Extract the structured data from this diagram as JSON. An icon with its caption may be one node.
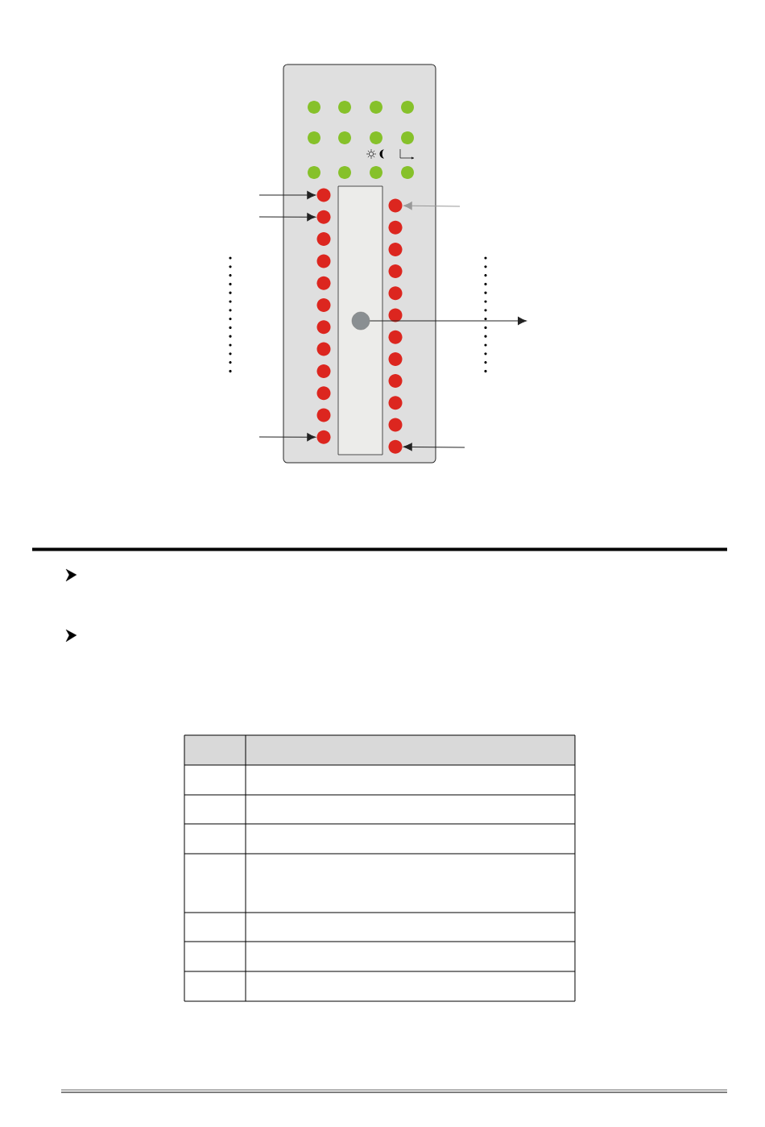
{
  "diagram": {
    "nodes": [
      {
        "text": [],
        "shape": "box"
      },
      {
        "text": [],
        "shape": "circle",
        "in": 0
      },
      {
        "text": [],
        "shape": "circle",
        "in": 0
      },
      {
        "text": [],
        "shape": "circle",
        "in": 0
      },
      {
        "text": [],
        "shape": "circle",
        "in": 0
      },
      {
        "text": [],
        "shape": "circle",
        "in": 0
      },
      {
        "text": [],
        "shape": "circle",
        "in": 0
      },
      {
        "text": [],
        "shape": "circle",
        "in": 0
      },
      {
        "text": [],
        "shape": "circle",
        "in": 0
      },
      {
        "text": [],
        "shape": "circle",
        "in": 0
      },
      {
        "text": [],
        "shape": "circle",
        "in": 0
      },
      {
        "text": [],
        "shape": "circle",
        "in": 0
      },
      {
        "text": [],
        "shape": "circle",
        "in": 0
      },
      {
        "text": [],
        "shape": "box",
        "in": 0
      },
      {
        "text": [],
        "shape": "circle",
        "in": 0
      },
      {
        "text": [],
        "shape": "circle",
        "in": 0
      },
      {
        "text": [],
        "shape": "circle",
        "in": 0
      },
      {
        "text": [],
        "shape": "circle",
        "in": 0
      },
      {
        "text": [],
        "shape": "circle",
        "in": 0
      },
      {
        "text": [],
        "shape": "circle",
        "in": 0
      },
      {
        "text": [],
        "shape": "circle",
        "in": 0
      },
      {
        "text": [],
        "shape": "circle",
        "in": 0
      },
      {
        "text": [],
        "shape": "circle",
        "in": 0
      },
      {
        "text": [],
        "shape": "circle",
        "in": 0
      },
      {
        "text": [],
        "shape": "circle",
        "in": 0
      },
      {
        "text": [],
        "shape": "circle",
        "in": 0
      },
      {
        "text": [],
        "shape": "circle",
        "in": 0
      },
      {
        "text": [],
        "shape": "circle",
        "in": 0
      },
      {
        "text": [],
        "shape": "circle",
        "in": 0
      },
      {
        "text": [],
        "shape": "circle",
        "in": 0
      },
      {
        "text": [],
        "shape": "circle",
        "in": 0
      },
      {
        "text": [],
        "shape": "circle",
        "in": 0
      },
      {
        "text": [],
        "shape": "circle",
        "in": 0
      },
      {
        "text": [],
        "shape": "circle",
        "in": 0
      },
      {
        "text": [],
        "shape": "circle",
        "in": 0
      },
      {
        "text": [],
        "shape": "circle",
        "in": 0
      },
      {
        "text": [],
        "shape": "circle",
        "in": 0
      },
      {
        "text": [],
        "shape": "circle",
        "in": 0
      },
      {
        "text": [],
        "shape": "circle",
        "in": 13
      }
    ],
    "edges": [
      {
        "from": null,
        "to": 14,
        "arrow": "to"
      },
      {
        "from": null,
        "to": 15,
        "arrow": "to"
      },
      {
        "from": null,
        "to": 25,
        "arrow": "to"
      },
      {
        "from": null,
        "to": 26,
        "arrow": "to",
        "color": "#999999"
      },
      {
        "from": null,
        "to": 37,
        "arrow": "to"
      },
      {
        "from": 38,
        "to": null,
        "arrow": "to"
      }
    ]
  }
}
